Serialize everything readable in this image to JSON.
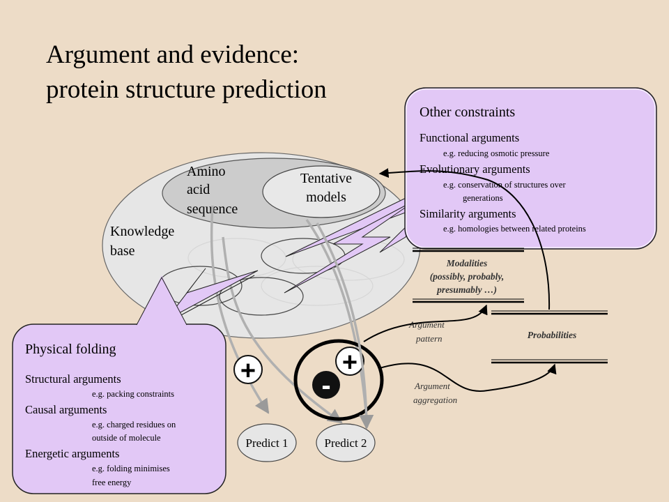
{
  "title": {
    "line1": "Argument and evidence:",
    "line2": "protein structure prediction"
  },
  "knowledge_base": {
    "label_line1": "Knowledge",
    "label_line2": "base"
  },
  "amino_acid": {
    "line1": "Amino",
    "line2": "acid",
    "line3": "sequence"
  },
  "tentative_models": {
    "line1": "Tentative",
    "line2": "models"
  },
  "other_constraints": {
    "heading": "Other constraints",
    "items": [
      {
        "label": "Functional arguments",
        "example": "e.g. reducing osmotic pressure",
        "example2": ""
      },
      {
        "label": "Evolutionary arguments",
        "example": "e.g. conservation of structures over",
        "example2": "generations"
      },
      {
        "label": "Similarity arguments",
        "example": "e.g. homologies between related proteins",
        "example2": ""
      }
    ]
  },
  "physical_folding": {
    "heading": "Physical folding",
    "items": [
      {
        "label": "Structural arguments",
        "example": "e.g. packing constraints",
        "example2": ""
      },
      {
        "label": "Causal arguments",
        "example": "e.g. charged residues on",
        "example2": "outside of molecule"
      },
      {
        "label": "Energetic arguments",
        "example": "e.g. folding minimises",
        "example2": "free energy"
      }
    ]
  },
  "modalities": {
    "line1": "Modalities",
    "line2": "(possibly, probably,",
    "line3": "presumably …)"
  },
  "probabilities": {
    "label": "Probabilities"
  },
  "argument_pattern": {
    "line1": "Argument",
    "line2": "pattern"
  },
  "argument_aggregation": {
    "line1": "Argument",
    "line2": "aggregation"
  },
  "plus_left": "+",
  "plus_right": "+",
  "minus": "-",
  "predict_1": "Predict 1",
  "predict_2": "Predict 2",
  "colors": {
    "background": "#eddcc7",
    "callout_fill": "#e2c8f6",
    "knowledge_fill": "#e6e6e6",
    "amino_fill": "#cccccc",
    "tentative_fill": "#e8e8e8",
    "arrow_gray": "#b0b0b0"
  }
}
